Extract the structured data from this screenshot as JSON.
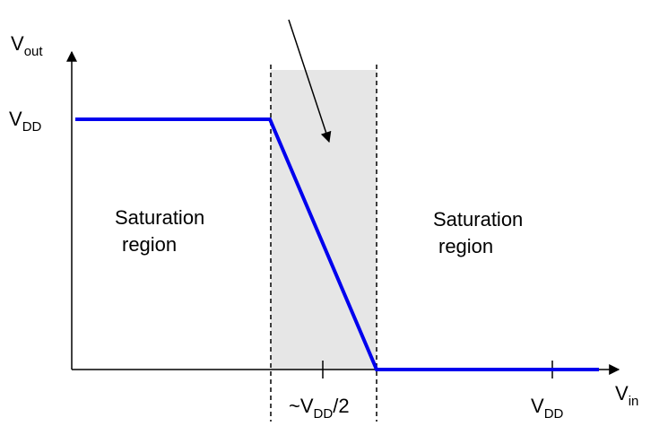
{
  "axes": {
    "y_label": {
      "main": "V",
      "sub": "out"
    },
    "x_label": {
      "main": "V",
      "sub": "in"
    }
  },
  "ticks": {
    "y_vdd": {
      "main": "V",
      "sub": "DD"
    },
    "x_mid": {
      "prefix": "~V",
      "sub": "DD",
      "suffix": "/2"
    },
    "x_vdd": {
      "main": "V",
      "sub": "DD"
    }
  },
  "regions": {
    "left": {
      "line1": "Saturation",
      "line2": "region"
    },
    "right": {
      "line1": "Saturation",
      "line2": "region"
    }
  },
  "colors": {
    "curve": "#0000ee",
    "shaded_band": "#e6e6e6",
    "axes": "#000000"
  }
}
